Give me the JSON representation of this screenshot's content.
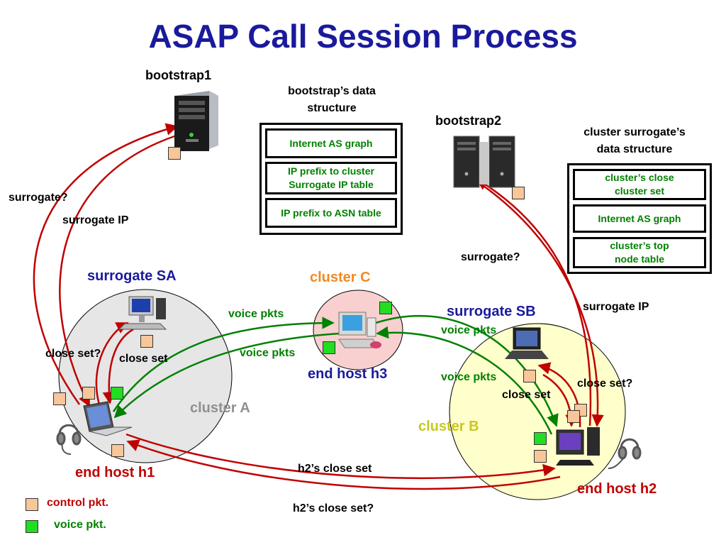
{
  "title": "ASAP Call Session Process",
  "nodes": {
    "bootstrap1": "bootstrap1",
    "bootstrap2": "bootstrap2",
    "surrogate_sa": "surrogate SA",
    "surrogate_sb": "surrogate SB",
    "cluster_a": "cluster A",
    "cluster_b": "cluster B",
    "cluster_c": "cluster C",
    "end_host_h1": "end host h1",
    "end_host_h2": "end host h2",
    "end_host_h3": "end host h3"
  },
  "bootstrap_ds": {
    "title_line1": "bootstrap’s data",
    "title_line2": "structure",
    "items": [
      "Internet AS graph",
      "IP prefix to cluster",
      "Surrogate IP table",
      "IP prefix to ASN table"
    ]
  },
  "surrogate_ds": {
    "title_line1": "cluster surrogate’s",
    "title_line2": "data structure",
    "items": [
      "cluster’s close",
      "cluster set",
      "Internet AS graph",
      "cluster’s top",
      "node table"
    ]
  },
  "messages": {
    "surrogate_q_left": "surrogate?",
    "surrogate_ip_left": "surrogate IP",
    "surrogate_q_right": "surrogate?",
    "surrogate_ip_right": "surrogate IP",
    "close_set_q_a": "close set?",
    "close_set_a": "close set",
    "close_set_b": "close set",
    "close_set_q_b": "close set?",
    "voice_pkts_1": "voice pkts",
    "voice_pkts_2": "voice pkts",
    "voice_pkts_3": "voice pkts",
    "voice_pkts_4": "voice pkts",
    "h2_close_set": "h2’s close set",
    "h2_close_set_q": "h2’s close set?"
  },
  "legend": {
    "control": "control pkt.",
    "voice": "voice pkt."
  },
  "colors": {
    "title": "#1a1a9c",
    "control_arrow": "#c00000",
    "voice_arrow": "#008000",
    "cluster_a_fill": "#e6e6e6",
    "cluster_b_fill": "#ffffcc",
    "cluster_c_fill": "#f8d0d0",
    "control_pkt": "#f7c79a",
    "voice_pkt": "#22dd22"
  }
}
